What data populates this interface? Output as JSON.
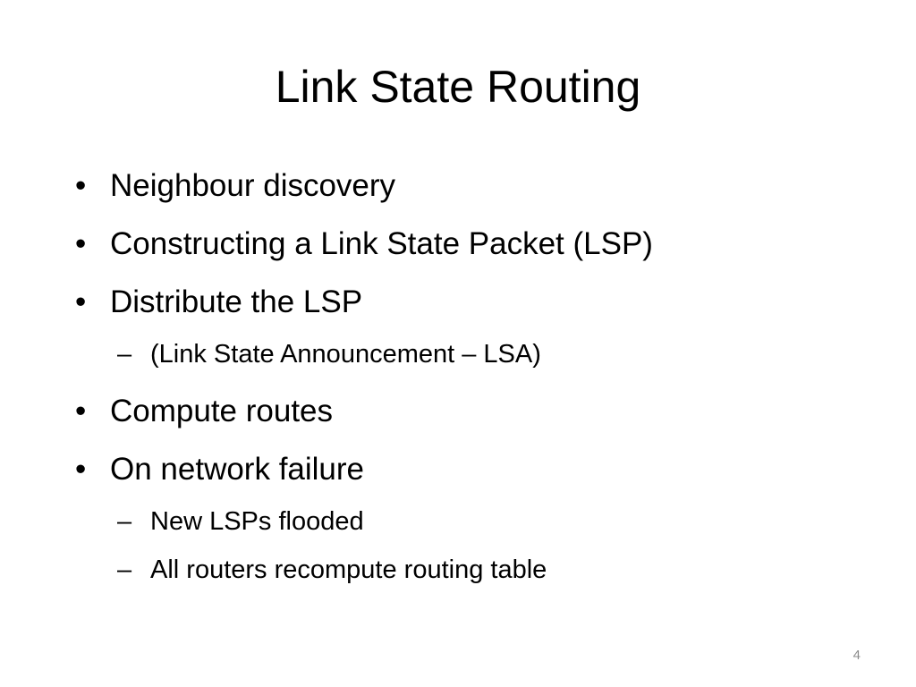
{
  "slide": {
    "title": "Link State Routing",
    "page_number": "4",
    "bullet_marker": "•",
    "sub_marker": "–",
    "items": [
      {
        "level": 1,
        "text": "Neighbour discovery"
      },
      {
        "level": 1,
        "text": "Constructing a Link State Packet (LSP)"
      },
      {
        "level": 1,
        "text": "Distribute the LSP"
      },
      {
        "level": 2,
        "text": "(Link State Announcement – LSA)"
      },
      {
        "level": 1,
        "text": "Compute routes"
      },
      {
        "level": 1,
        "text": "On network failure"
      },
      {
        "level": 2,
        "text": "New LSPs flooded"
      },
      {
        "level": 2,
        "text": "All routers recompute routing table"
      }
    ]
  }
}
